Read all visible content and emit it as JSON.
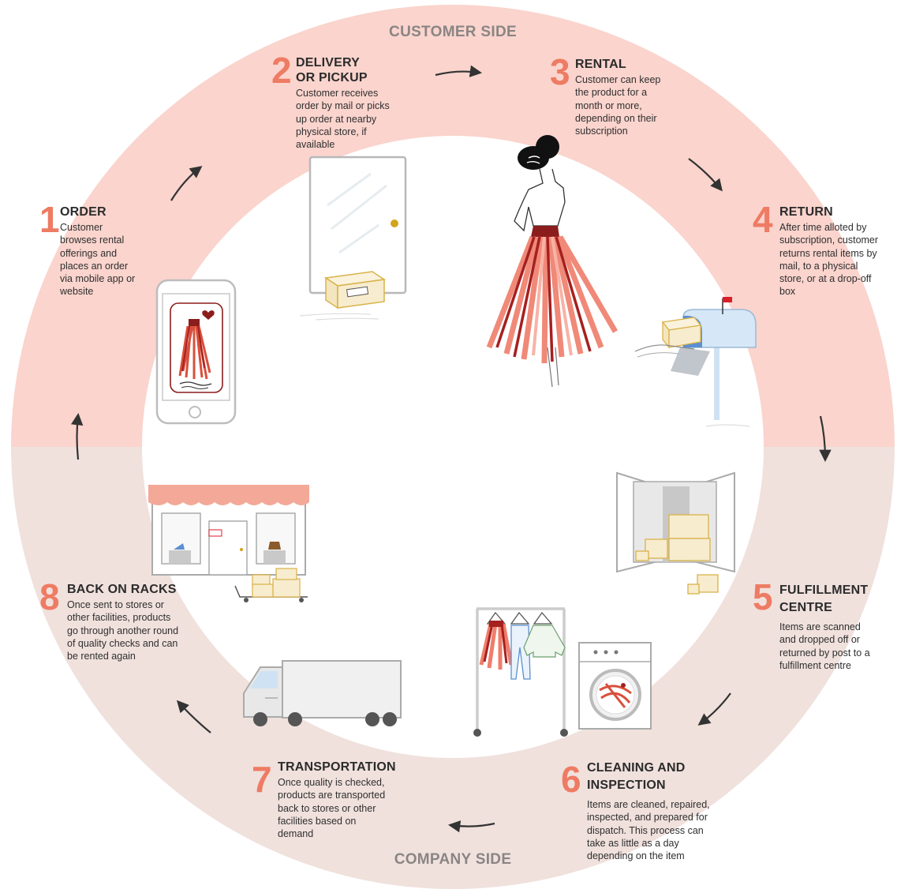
{
  "sides": {
    "customer": "CUSTOMER SIDE",
    "company": "COMPANY SIDE"
  },
  "steps": [
    {
      "number": "1",
      "title": "ORDER",
      "description": "Customer browses rental offerings and places an order via mobile app or website"
    },
    {
      "number": "2",
      "title": "DELIVERY OR PICKUP",
      "description": "Customer receives order by mail or picks up order at nearby physical store, if available"
    },
    {
      "number": "3",
      "title": "RENTAL",
      "description": "Customer can keep the product for a month or more, depending on their subscription"
    },
    {
      "number": "4",
      "title": "RETURN",
      "description": "After time alloted by subscription, customer returns rental items by mail, to a physical store, or at a drop-off box"
    },
    {
      "number": "5",
      "title": "FULFILLMENT CENTRE",
      "description": "Items are scanned and dropped off or returned by post to a fulfillment centre"
    },
    {
      "number": "6",
      "title": "CLEANING AND INSPECTION",
      "description": "Items are cleaned, repaired, inspected, and prepared for dispatch. This process can take as little as a day depending on the item"
    },
    {
      "number": "7",
      "title": "TRANSPORTATION",
      "description": "Once quality is checked, products are transported back to stores or other facilities based on demand"
    },
    {
      "number": "8",
      "title": "BACK ON RACKS",
      "description": "Once sent to stores or other facilities, products go through another round of quality checks and can be rented again"
    }
  ],
  "colors": {
    "customer_ring": "#fad4cd",
    "company_ring": "#f0e1dd",
    "number": "#ee7b63",
    "side_label": "#8a8584",
    "arrow": "#333333",
    "box": "#f7eccd",
    "box_stroke": "#d9b24a",
    "awning": "#f4a898",
    "dress_dark": "#a5201f",
    "dress_light": "#ef7d6a"
  },
  "icons": [
    "smartphone-icon",
    "door-icon",
    "parcel-icon",
    "woman-in-dress-icon",
    "mailbox-icon",
    "storage-unit-icon",
    "clothes-rack-icon",
    "washing-machine-icon",
    "truck-icon",
    "storefront-icon"
  ]
}
